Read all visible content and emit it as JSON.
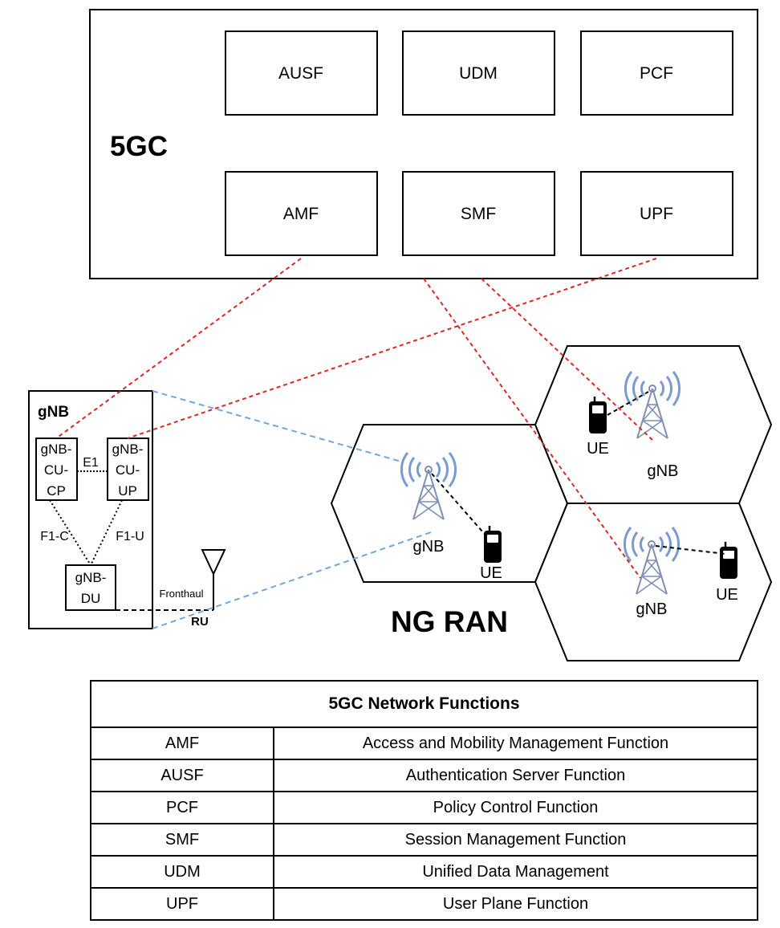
{
  "core": {
    "title": "5GC",
    "functions": [
      "AUSF",
      "UDM",
      "PCF",
      "AMF",
      "SMF",
      "UPF"
    ]
  },
  "gnb_panel": {
    "title": "gNB",
    "cu_cp": [
      "gNB-",
      "CU-",
      "CP"
    ],
    "cu_up": [
      "gNB-",
      "CU-",
      "UP"
    ],
    "du": [
      "gNB-",
      "DU"
    ],
    "e1": "E1",
    "f1c": "F1-C",
    "f1u": "F1-U",
    "fronthaul": "Fronthaul",
    "ru": "RU"
  },
  "ran": {
    "title": "NG RAN",
    "cells": [
      {
        "gnb": "gNB",
        "ue": "UE"
      },
      {
        "gnb": "gNB",
        "ue": "UE"
      },
      {
        "gnb": "gNB",
        "ue": "UE"
      }
    ]
  },
  "table": {
    "header": "5GC Network Functions",
    "rows": [
      {
        "abbr": "AMF",
        "name": "Access and Mobility Management Function"
      },
      {
        "abbr": "AUSF",
        "name": "Authentication Server Function"
      },
      {
        "abbr": "PCF",
        "name": "Policy Control Function"
      },
      {
        "abbr": "SMF",
        "name": "Session Management Function"
      },
      {
        "abbr": "UDM",
        "name": "Unified Data Management"
      },
      {
        "abbr": "UPF",
        "name": "User Plane Function"
      }
    ]
  },
  "colors": {
    "core_link": "#e32424",
    "fronthaul_link": "#6fa8dc",
    "antenna": "#7d8fb3",
    "signal": "#7a9ad0"
  }
}
